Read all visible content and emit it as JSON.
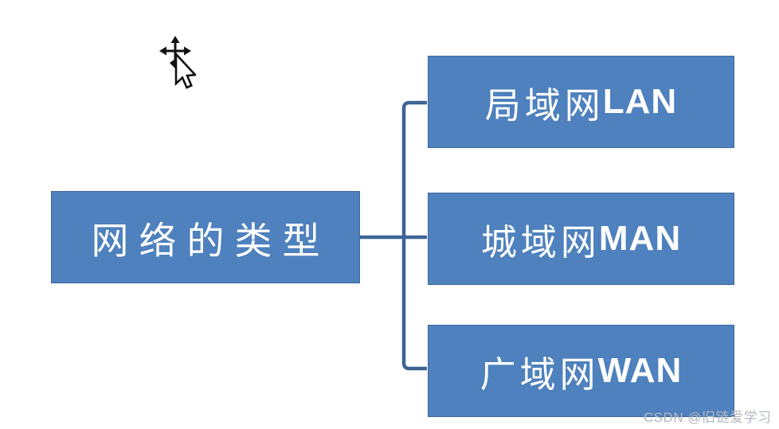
{
  "diagram": {
    "root": {
      "label": "网络的类型"
    },
    "children": [
      {
        "label_zh": "局域网",
        "label_en": "LAN"
      },
      {
        "label_zh": "城域网",
        "label_en": "MAN"
      },
      {
        "label_zh": "广域网",
        "label_en": "WAN"
      }
    ]
  },
  "watermark": {
    "text": "CSDN @旧链爱学习"
  },
  "cursor": {
    "type": "move-arrow-cursor"
  },
  "colors": {
    "canvas_bg": "#FFFFFF",
    "box_fill": "#4E81BD",
    "box_border": "#41689C",
    "box_text": "#FFFFFF",
    "connector": "#3E6494",
    "watermark": "#B3B8C1"
  }
}
